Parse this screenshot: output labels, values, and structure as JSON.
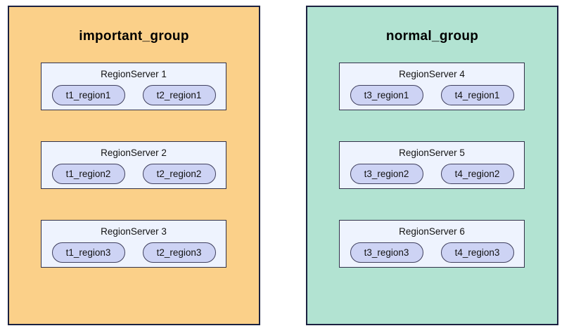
{
  "diagram": {
    "groups": [
      {
        "title": "important_group",
        "bg": "#fbd089",
        "servers": [
          {
            "name": "RegionServer 1",
            "regions": [
              "t1_region1",
              "t2_region1"
            ]
          },
          {
            "name": "RegionServer 2",
            "regions": [
              "t1_region2",
              "t2_region2"
            ]
          },
          {
            "name": "RegionServer 3",
            "regions": [
              "t1_region3",
              "t2_region3"
            ]
          }
        ]
      },
      {
        "title": "normal_group",
        "bg": "#b2e3d2",
        "servers": [
          {
            "name": "RegionServer 4",
            "regions": [
              "t3_region1",
              "t4_region1"
            ]
          },
          {
            "name": "RegionServer 5",
            "regions": [
              "t3_region2",
              "t4_region2"
            ]
          },
          {
            "name": "RegionServer 6",
            "regions": [
              "t3_region3",
              "t4_region3"
            ]
          }
        ]
      }
    ],
    "colors": {
      "group_border": "#1b2140",
      "server_bg": "#eef3fe",
      "server_border": "#31314a",
      "region_bg": "#cdd3f4",
      "region_border": "#40405e",
      "text": "#000000"
    }
  }
}
